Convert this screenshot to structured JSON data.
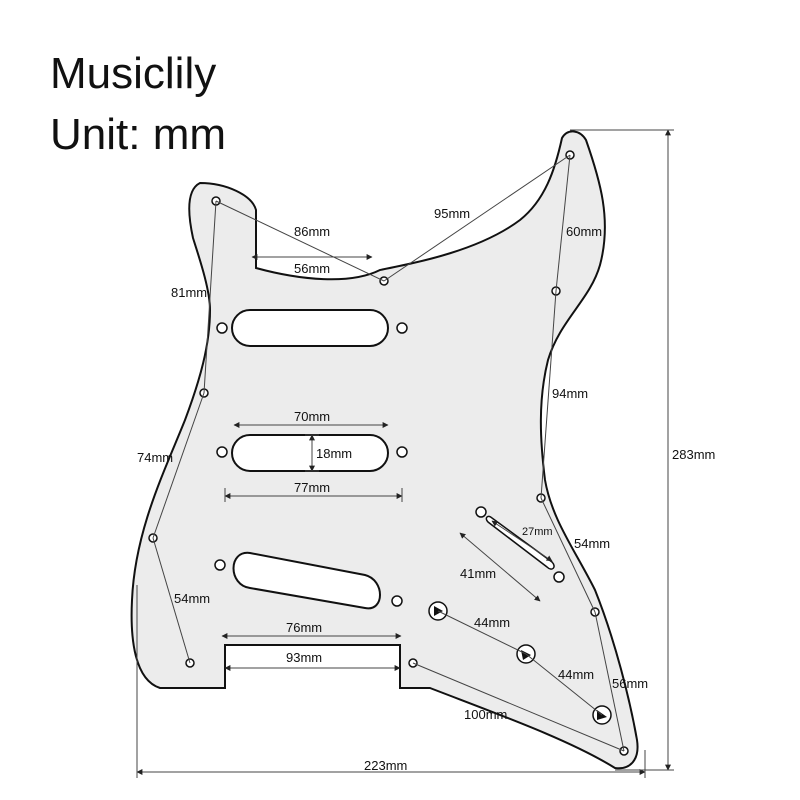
{
  "brand": "Musiclily",
  "unit_label": "Unit: mm",
  "colors": {
    "pickguard_fill": "#ececec",
    "outline": "#111111",
    "dimension_line": "#444444",
    "background": "#ffffff"
  },
  "dimensions": {
    "d86": "86mm",
    "d56": "56mm",
    "d95": "95mm",
    "d60": "60mm",
    "d81": "81mm",
    "d70": "70mm",
    "d18": "18mm",
    "d77": "77mm",
    "d94": "94mm",
    "d74": "74mm",
    "d27": "27mm",
    "d54_right": "54mm",
    "d41": "41mm",
    "d54_left": "54mm",
    "d44_top": "44mm",
    "d76": "76mm",
    "d93": "93mm",
    "d44_bottom": "44mm",
    "d56_right": "56mm",
    "d100": "100mm",
    "d283": "283mm",
    "d223": "223mm"
  }
}
